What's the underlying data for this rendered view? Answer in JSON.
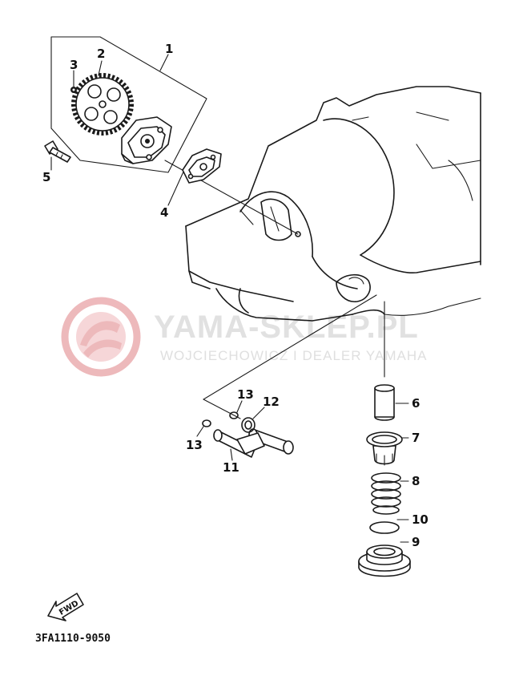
{
  "callouts": [
    {
      "id": "1",
      "label": "1"
    },
    {
      "id": "2",
      "label": "2"
    },
    {
      "id": "3",
      "label": "3"
    },
    {
      "id": "4",
      "label": "4"
    },
    {
      "id": "5",
      "label": "5"
    },
    {
      "id": "6",
      "label": "6"
    },
    {
      "id": "7",
      "label": "7"
    },
    {
      "id": "8",
      "label": "8"
    },
    {
      "id": "9",
      "label": "9"
    },
    {
      "id": "10",
      "label": "10"
    },
    {
      "id": "11",
      "label": "11"
    },
    {
      "id": "12",
      "label": "12"
    },
    {
      "id": "13a",
      "label": "13"
    },
    {
      "id": "13b",
      "label": "13"
    }
  ],
  "watermark": {
    "title": "YAMA-SKLEP.PL",
    "subtitle": "WOJCIECHOWICZ I DEALER YAMAHA",
    "logo_color": "#e8a2a5"
  },
  "fwd_label": "FWD",
  "diagram_code": "3FA1110-9050"
}
